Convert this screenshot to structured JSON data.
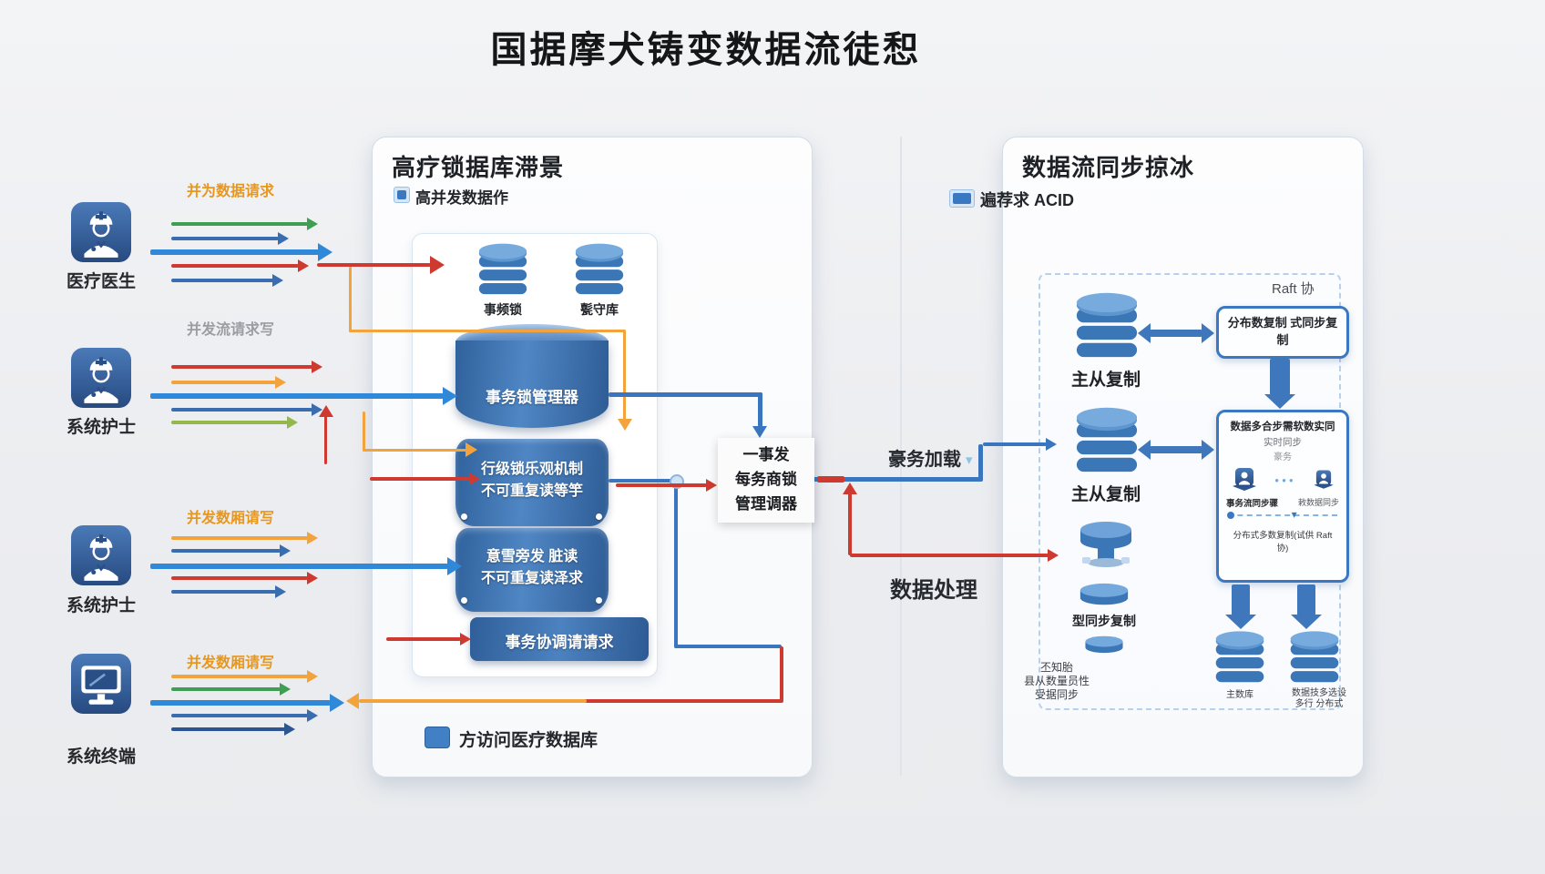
{
  "title": "国据摩犬铸变数据流徒惒",
  "colors": {
    "arrow_green": "#3f9e52",
    "arrow_olive": "#93b94c",
    "arrow_blue": "#3a6db0",
    "arrow_light_blue": "#2f88d8",
    "arrow_red": "#cf3a30",
    "arrow_orange": "#f2a33c",
    "arrow_dark_blue": "#2c5592",
    "cylinder_blue": "#31639f",
    "tag_orange": "#e8971e",
    "tag_gray": "#9a9da1"
  },
  "actors": [
    {
      "label": "医疗医生",
      "tag": "并为数据请求",
      "icon": "doctor"
    },
    {
      "label": "系统护士",
      "tag": "并发流请求写",
      "icon": "nurse"
    },
    {
      "label": "系统护士",
      "tag": "并发数厢请写",
      "icon": "nurse"
    },
    {
      "label": "系统终端",
      "tag": "并发数厢请写",
      "icon": "terminal"
    }
  ],
  "middle_panel": {
    "title": "高疗锁据库滞景",
    "subtitle": "高并发数据作",
    "top_dbs": [
      {
        "label": "事频锁"
      },
      {
        "label": "甏守库"
      }
    ],
    "cylinders": [
      {
        "lines": [
          "事务锁管理器"
        ]
      },
      {
        "lines": [
          "行级锁乐观机制",
          "不可重复读等竽"
        ]
      },
      {
        "lines": [
          "意雪旁发 脏读",
          "不可重复读泽求"
        ]
      },
      {
        "lines": [
          "事务协调请请求"
        ]
      }
    ],
    "legend": "方访问医疗数据库"
  },
  "center": {
    "box_lines": [
      "一事发",
      "每务商锁",
      "管理调器"
    ],
    "load_label": "豪务加载",
    "process_label": "数据处理"
  },
  "right_panel": {
    "title": "数据流同步掠冰",
    "subtitle": "遍荐求 ACID",
    "raft_label": "Raft 协",
    "top_box": "分布数复制 式同步复制",
    "replicas": [
      {
        "label": "主从复制"
      },
      {
        "label": "主从复制"
      }
    ],
    "sync_cylinder_label": "型同步复制",
    "small_db_labels": [
      "丕知胎",
      "县从数量员性",
      "受据同步"
    ],
    "big_box": {
      "title": "数据多合步需软数实同",
      "line2": "实时同步",
      "line3": "豪务",
      "left_label": "事务流同步骤",
      "right_label": "敕数据同步",
      "bottom": "分布式多数复制(试供 Raft 协)"
    },
    "bottom_dbs": {
      "left_label": "主数库",
      "right_lines": [
        "数据技多选设",
        "多行 分布式"
      ]
    }
  }
}
